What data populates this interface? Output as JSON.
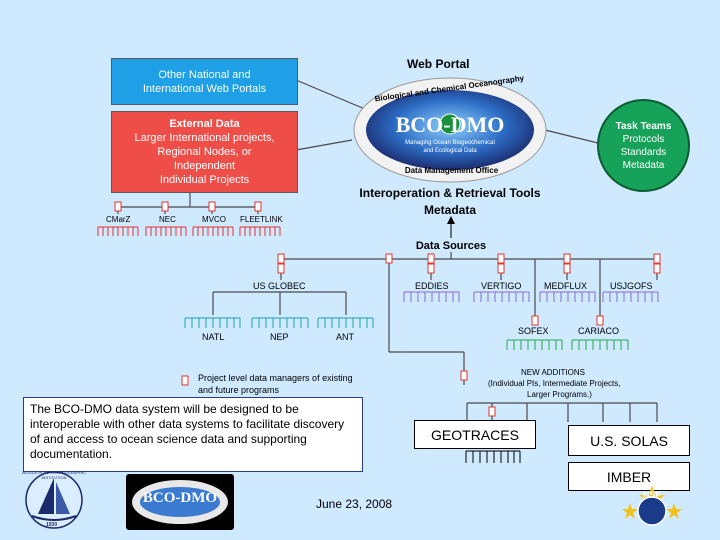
{
  "portal": {
    "title": "Web Portal",
    "arc_top": "Biological and Chemical Oceanography",
    "logo": "BCO-DMO",
    "sub1": "Managing Ocean Biogeochemical",
    "sub2": "and Ecological Data",
    "arc_bottom": "Data Management Office",
    "interop": "Interoperation & Retrieval Tools",
    "metadata": "Metadata"
  },
  "other_portals": {
    "line1": "Other National and",
    "line2": "International Web Portals"
  },
  "external": {
    "title": "External Data",
    "lines": [
      "Larger International projects,",
      "Regional Nodes, or",
      "Independent",
      "Individual Projects"
    ],
    "nodes": [
      "CMarZ",
      "NEC",
      "MVCO",
      "FLEETLINK"
    ]
  },
  "task_teams": {
    "title": "Task Teams",
    "items": [
      "Protocols",
      "Standards",
      "Metadata"
    ]
  },
  "data_sources": {
    "title": "Data Sources",
    "us_globec": "US GLOBEC",
    "globec_children": [
      "NATL",
      "NEP",
      "ANT"
    ],
    "top_row": [
      "EDDIES",
      "VERTIGO",
      "MEDFLUX",
      "USJGOFS"
    ],
    "mid_row": [
      "SOFEX",
      "CARIACO"
    ],
    "new_additions": {
      "title": "NEW ADDITIONS",
      "line1": "(Individual PIs, Intermediate Projects,",
      "line2": "Larger Programs.)"
    }
  },
  "legend": {
    "line1": "Project level data managers of existing",
    "line2": "and future programs"
  },
  "note": "The BCO-DMO data system will be designed to be interoperable with other data systems to facilitate discovery of and access to ocean science data and supporting documentation.",
  "projects": [
    "GEOTRACES",
    "U.S. SOLAS",
    "IMBER"
  ],
  "footer": {
    "date": "June 23, 2008",
    "whoi_arc": "WOODS HOLE OCEANOGRAPHIC INSTITUTION",
    "whoi_year": "1930",
    "logo2": "BCO-DMO",
    "nsf": "NSF"
  },
  "colors": {
    "background": "#cfe9ff",
    "blue_box": "#1f9fe6",
    "red_box": "#ef4e48",
    "task_green": "#17a25a",
    "node_red": "#e0342c",
    "node_teal": "#1fa3a8",
    "node_purple": "#8a6ad0",
    "node_green": "#27a84f",
    "line": "#4a4a4a"
  }
}
